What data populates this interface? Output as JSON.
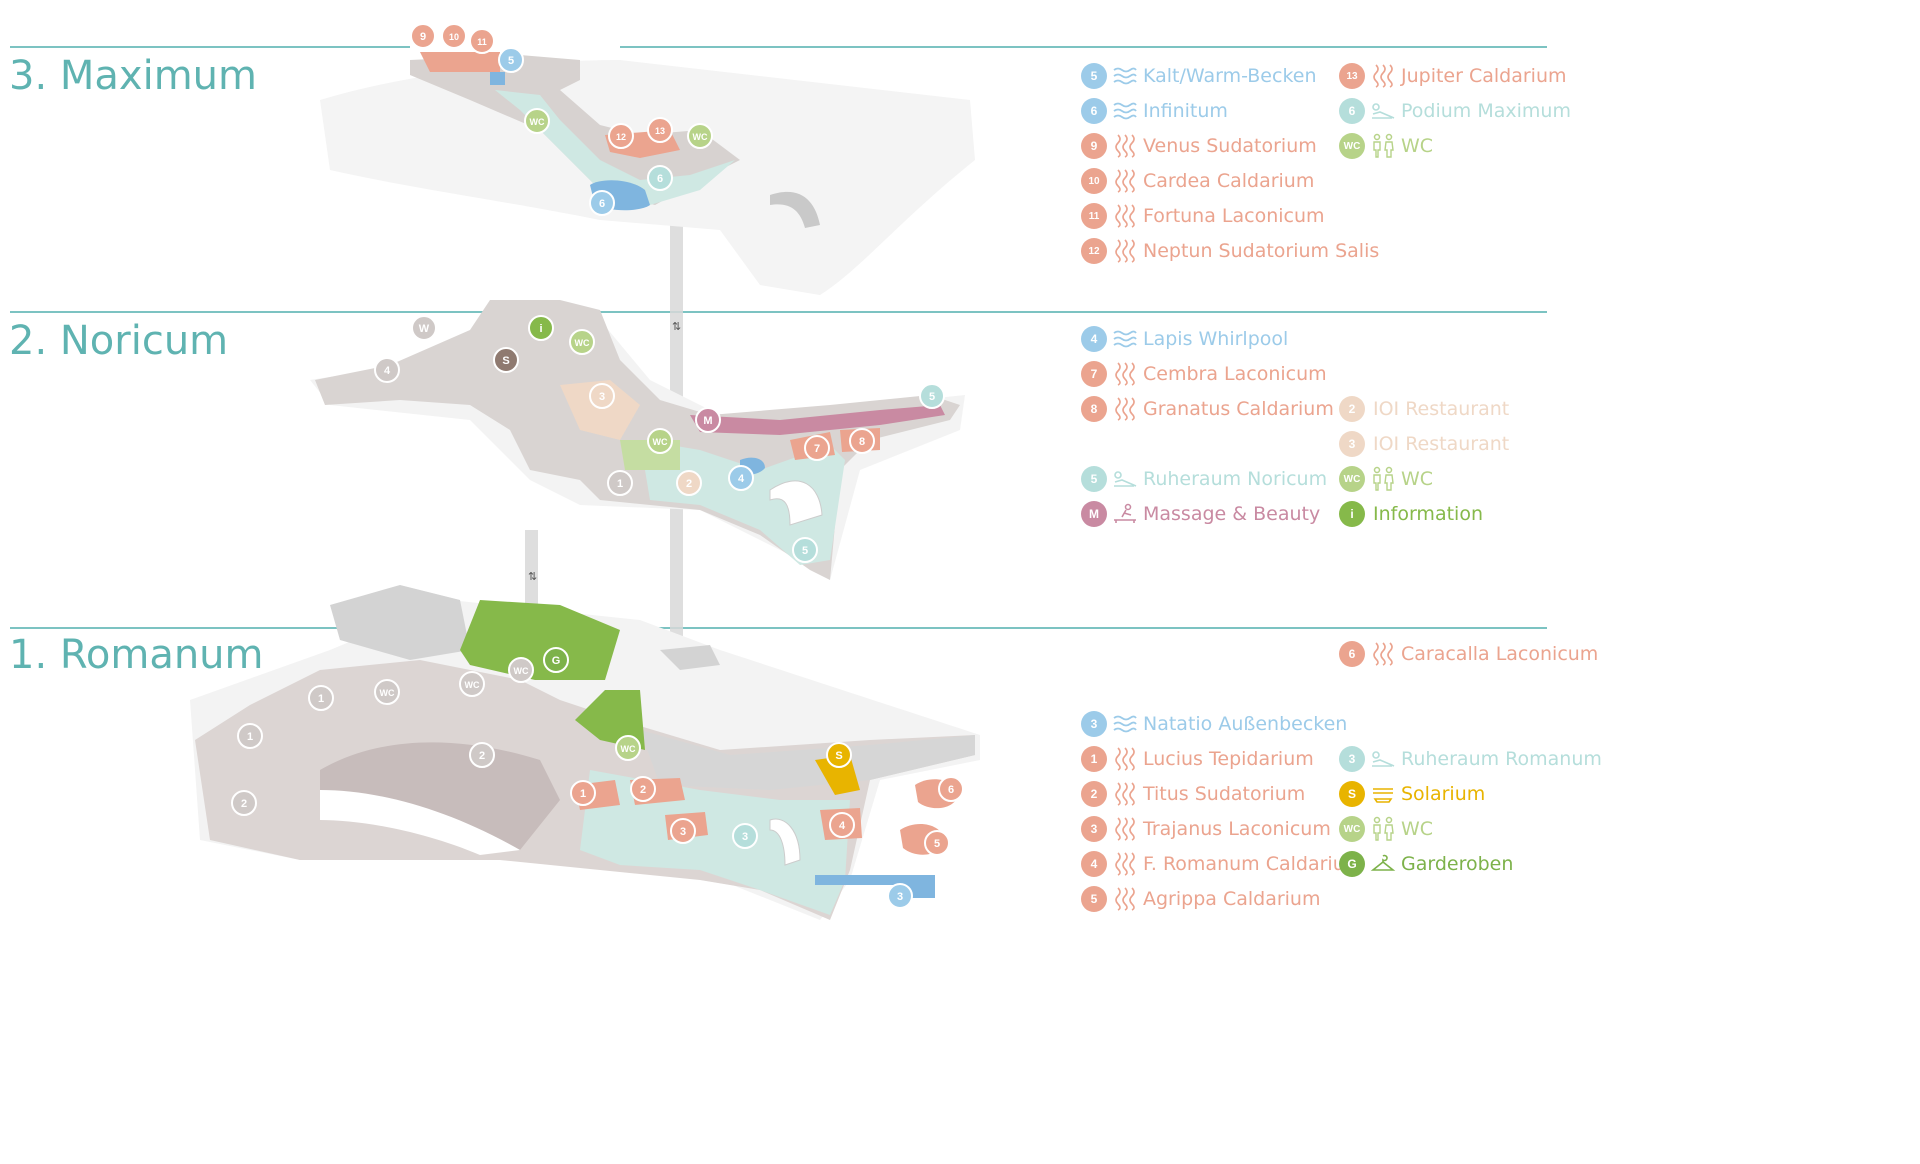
{
  "floors": [
    {
      "id": "maximum",
      "title": "3. Maximum"
    },
    {
      "id": "noricum",
      "title": "2. Noricum"
    },
    {
      "id": "romanum",
      "title": "1. Romanum"
    }
  ],
  "colors": {
    "teal_line": "#7cc3c2",
    "sauna": "#eba48f",
    "pool": "#9ccbe9",
    "rest": "#b5dedb",
    "wc": "#b7d389",
    "massage": "#c98aa2",
    "info": "#86b94a",
    "restaurant": "#efd8c6",
    "solarium": "#e8b400",
    "garderobe": "#7db24a",
    "shop": "#8f7a70"
  },
  "legend": {
    "maximum": [
      {
        "badge": "5",
        "icon": "wave-icon",
        "label": "Kalt/Warm-Becken",
        "cat": "pool"
      },
      {
        "badge": "6",
        "icon": "wave-icon",
        "label": "Infinitum",
        "cat": "pool"
      },
      {
        "badge": "9",
        "icon": "steam-icon",
        "label": "Venus Sudatorium",
        "cat": "sauna"
      },
      {
        "badge": "10",
        "icon": "steam-icon",
        "label": "Cardea Caldarium",
        "cat": "sauna"
      },
      {
        "badge": "11",
        "icon": "steam-icon",
        "label": "Fortuna Laconicum",
        "cat": "sauna"
      },
      {
        "badge": "12",
        "icon": "steam-icon",
        "label": "Neptun Sudatorium Salis",
        "cat": "sauna"
      },
      {
        "badge": "13",
        "icon": "steam-icon",
        "label": "Jupiter Caldarium",
        "cat": "sauna"
      },
      {
        "badge": "6",
        "icon": "lounger-icon",
        "label": "Podium Maximum",
        "cat": "rest"
      },
      {
        "badge": "WC",
        "icon": "wc-people-icon",
        "label": "WC",
        "cat": "wc"
      }
    ],
    "noricum": [
      {
        "badge": "4",
        "icon": "wave-icon",
        "label": "Lapis Whirlpool",
        "cat": "pool"
      },
      {
        "badge": "7",
        "icon": "steam-icon",
        "label": "Cembra Laconicum",
        "cat": "sauna"
      },
      {
        "badge": "8",
        "icon": "steam-icon",
        "label": "Granatus Caldarium",
        "cat": "sauna"
      },
      {
        "badge": "5",
        "icon": "lounger-icon",
        "label": "Ruheraum Noricum",
        "cat": "rest"
      },
      {
        "badge": "M",
        "icon": "massage-icon",
        "label": "Massage & Beauty",
        "cat": "massage"
      },
      {
        "badge": "2",
        "icon": "",
        "label": "IOI Restaurant",
        "cat": "restaurant"
      },
      {
        "badge": "3",
        "icon": "",
        "label": "IOI Restaurant",
        "cat": "restaurant"
      },
      {
        "badge": "WC",
        "icon": "wc-people-icon",
        "label": "WC",
        "cat": "wc"
      },
      {
        "badge": "i",
        "icon": "",
        "label": "Information",
        "cat": "info"
      }
    ],
    "romanum": [
      {
        "badge": "6",
        "icon": "steam-icon",
        "label": "Caracalla Laconicum",
        "cat": "sauna"
      },
      {
        "badge": "3",
        "icon": "wave-icon",
        "label": "Natatio Außenbecken",
        "cat": "pool"
      },
      {
        "badge": "1",
        "icon": "steam-icon",
        "label": "Lucius Tepidarium",
        "cat": "sauna"
      },
      {
        "badge": "2",
        "icon": "steam-icon",
        "label": "Titus Sudatorium",
        "cat": "sauna"
      },
      {
        "badge": "3",
        "icon": "steam-icon",
        "label": "Trajanus Laconicum",
        "cat": "sauna"
      },
      {
        "badge": "4",
        "icon": "steam-icon",
        "label": "F. Romanum Caldarium",
        "cat": "sauna"
      },
      {
        "badge": "5",
        "icon": "steam-icon",
        "label": "Agrippa Caldarium",
        "cat": "sauna"
      },
      {
        "badge": "3",
        "icon": "lounger-icon",
        "label": "Ruheraum Romanum",
        "cat": "rest"
      },
      {
        "badge": "S",
        "icon": "solarium-icon",
        "label": "Solarium",
        "cat": "solarium"
      },
      {
        "badge": "WC",
        "icon": "wc-people-icon",
        "label": "WC",
        "cat": "wc"
      },
      {
        "badge": "G",
        "icon": "garderobe-icon",
        "label": "Garderoben",
        "cat": "garderobe"
      }
    ]
  },
  "markers": {
    "maximum": [
      {
        "label": "9",
        "cat": "sauna"
      },
      {
        "label": "10",
        "cat": "sauna"
      },
      {
        "label": "11",
        "cat": "sauna"
      },
      {
        "label": "5",
        "cat": "pool"
      },
      {
        "label": "WC",
        "cat": "wc"
      },
      {
        "label": "12",
        "cat": "sauna"
      },
      {
        "label": "13",
        "cat": "sauna"
      },
      {
        "label": "WC",
        "cat": "wc"
      },
      {
        "label": "6",
        "cat": "rest"
      },
      {
        "label": "6",
        "cat": "pool"
      }
    ],
    "noricum": [
      {
        "label": "W",
        "cat": "grey"
      },
      {
        "label": "i",
        "cat": "info"
      },
      {
        "label": "WC",
        "cat": "wc"
      },
      {
        "label": "S",
        "cat": "shop"
      },
      {
        "label": "4",
        "cat": "grey"
      },
      {
        "label": "3",
        "cat": "restaurant"
      },
      {
        "label": "M",
        "cat": "massage"
      },
      {
        "label": "5",
        "cat": "rest"
      },
      {
        "label": "WC",
        "cat": "wc"
      },
      {
        "label": "7",
        "cat": "sauna"
      },
      {
        "label": "8",
        "cat": "sauna"
      },
      {
        "label": "4",
        "cat": "pool"
      },
      {
        "label": "1",
        "cat": "grey"
      },
      {
        "label": "2",
        "cat": "restaurant"
      },
      {
        "label": "5",
        "cat": "rest"
      }
    ],
    "romanum": [
      {
        "label": "WC",
        "cat": "grey"
      },
      {
        "label": "G",
        "cat": "garderobe"
      },
      {
        "label": "WC",
        "cat": "grey"
      },
      {
        "label": "WC",
        "cat": "grey"
      },
      {
        "label": "1",
        "cat": "grey"
      },
      {
        "label": "1",
        "cat": "grey"
      },
      {
        "label": "2",
        "cat": "grey"
      },
      {
        "label": "2",
        "cat": "grey"
      },
      {
        "label": "WC",
        "cat": "wc"
      },
      {
        "label": "S",
        "cat": "solarium"
      },
      {
        "label": "1",
        "cat": "sauna"
      },
      {
        "label": "2",
        "cat": "sauna"
      },
      {
        "label": "3",
        "cat": "sauna"
      },
      {
        "label": "3",
        "cat": "rest"
      },
      {
        "label": "4",
        "cat": "sauna"
      },
      {
        "label": "6",
        "cat": "sauna"
      },
      {
        "label": "5",
        "cat": "sauna"
      },
      {
        "label": "3",
        "cat": "pool"
      }
    ]
  }
}
